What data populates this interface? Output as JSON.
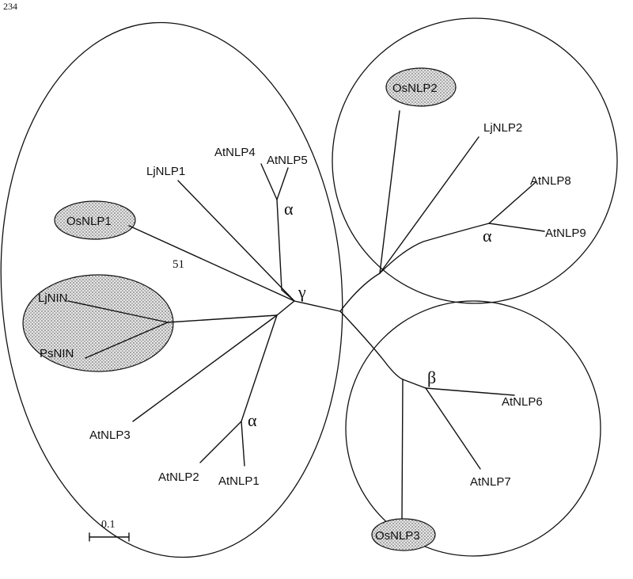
{
  "page_number": "234",
  "labels": {
    "ljnlp1": "LjNLP1",
    "atnlp4": "AtNLP4",
    "atnlp5": "AtNLP5",
    "osnlp1": "OsNLP1",
    "ljnin": "LjNIN",
    "psnin": "PsNIN",
    "atnlp3": "AtNLP3",
    "atnlp2": "AtNLP2",
    "atnlp1": "AtNLP1",
    "osnlp2": "OsNLP2",
    "ljnlp2": "LjNLP2",
    "atnlp8": "AtNLP8",
    "atnlp9": "AtNLP9",
    "atnlp6": "AtNLP6",
    "atnlp7": "AtNLP7",
    "osnlp3": "OsNLP3"
  },
  "node_labels": {
    "alpha_top": "α",
    "gamma": "γ",
    "alpha_bottom": "α",
    "alpha_right": "α",
    "beta": "β"
  },
  "bootstrap": "51",
  "scale_bar": {
    "label": "0.1",
    "value": 0.1
  },
  "colors": {
    "ink": "#111111",
    "highlight_fill": "#d9d9d9",
    "background": "#ffffff"
  }
}
